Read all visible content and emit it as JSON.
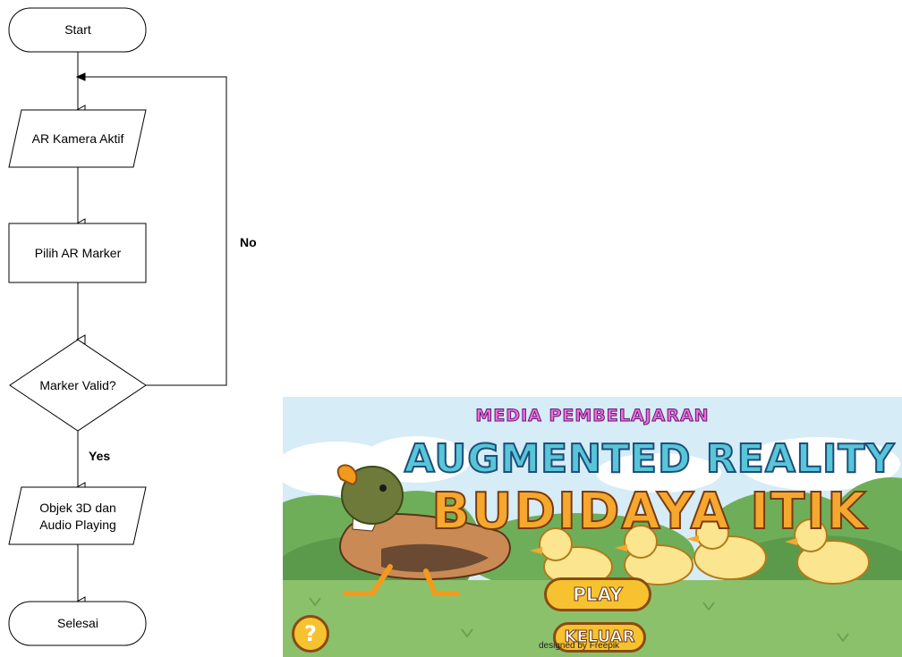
{
  "flowchart": {
    "start": "Start",
    "step1": "AR Kamera Aktif",
    "step2": "Pilih AR Marker",
    "decision": "Marker Valid?",
    "no_label": "No",
    "yes_label": "Yes",
    "step3_line1": "Objek 3D dan",
    "step3_line2": "Audio Playing",
    "end": "Selesai"
  },
  "game": {
    "title_top": "MEDIA PEMBELAJARAN",
    "title_mid": "AUGMENTED REALITY",
    "title_main": "BUDIDAYA ITIK",
    "play_label": "PLAY",
    "exit_label": "KELUAR",
    "help_label": "?",
    "credit": "designed by Freepik"
  }
}
